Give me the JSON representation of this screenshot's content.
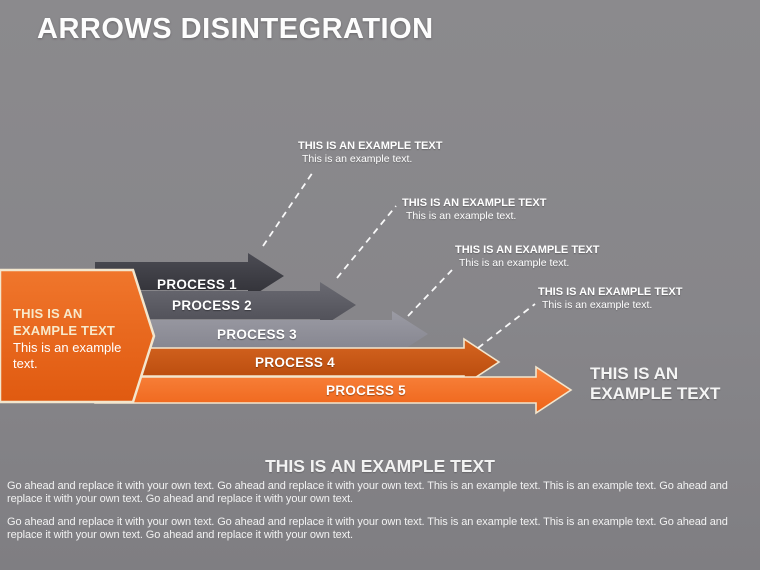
{
  "title": "ARROWS DISINTEGRATION",
  "intro_box": {
    "heading": "THIS IS AN EXAMPLE TEXT",
    "text": "This is an example text."
  },
  "processes": [
    {
      "label": "PROCESS 1",
      "color": "#3e3e45"
    },
    {
      "label": "PROCESS 2",
      "color": "#5d5d64"
    },
    {
      "label": "PROCESS 3",
      "color": "#90909a"
    },
    {
      "label": "PROCESS 4",
      "color": "#c9540f"
    },
    {
      "label": "PROCESS 5",
      "color": "#f3702a"
    }
  ],
  "callouts": [
    {
      "heading": "THIS IS AN EXAMPLE TEXT",
      "text": "This is an example text."
    },
    {
      "heading": "THIS IS AN EXAMPLE TEXT",
      "text": "This is an example text."
    },
    {
      "heading": "THIS IS AN EXAMPLE TEXT",
      "text": "This is an example text."
    },
    {
      "heading": "THIS IS AN EXAMPLE TEXT",
      "text": "This is an example text."
    }
  ],
  "result_text": "THIS IS AN EXAMPLE TEXT",
  "footer": {
    "heading": "THIS IS AN EXAMPLE TEXT",
    "paragraph_1": "Go ahead and replace it with your own text. Go ahead and replace it with your own text. This is an example text. This is an example text. Go ahead and replace it with your own text. Go ahead and replace it with your own text.",
    "paragraph_2": "Go ahead and replace it with your own text. Go ahead and replace it with your own text. This is an example text. This is an example text. Go ahead and replace it with your own text. Go ahead and replace it with your own text."
  },
  "colors": {
    "background": "#87868a",
    "title_text": "#fdfdfd",
    "intro_fill": "#e96417",
    "outline_cream": "#f3e6cd",
    "callout_text": "#ffffff"
  }
}
